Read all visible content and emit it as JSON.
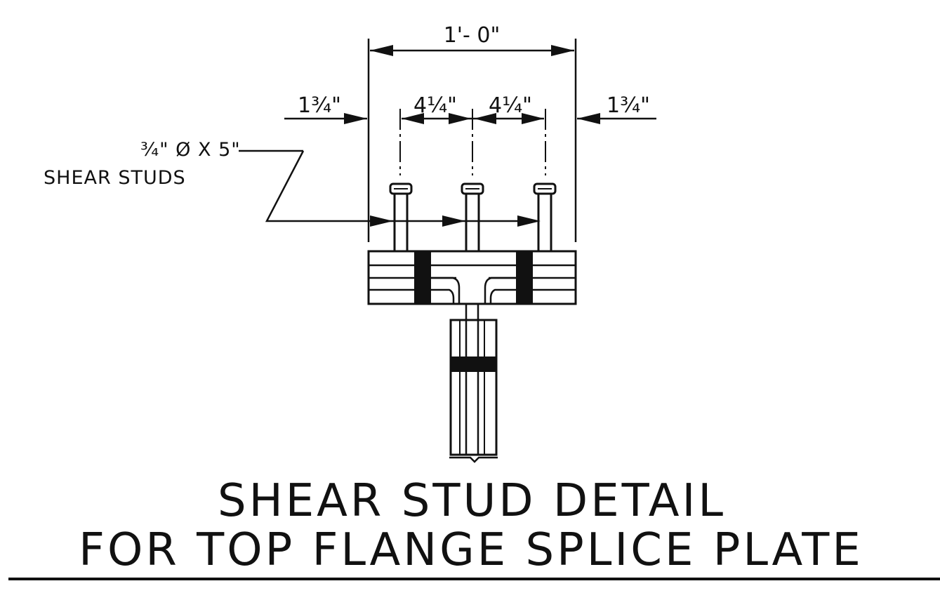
{
  "dimensions": {
    "overall": "1'- 0\"",
    "edge_left": "1¾\"",
    "edge_right": "1¾\"",
    "spacing_1": "4¼\"",
    "spacing_2": "4¼\""
  },
  "callout": {
    "line1": "¾\" Ø X 5\"",
    "line2": "SHEAR STUDS"
  },
  "title": {
    "line1": "SHEAR STUD DETAIL",
    "line2": "FOR TOP FLANGE SPLICE PLATE"
  },
  "colors": {
    "line": "#111111",
    "background": "#ffffff"
  }
}
